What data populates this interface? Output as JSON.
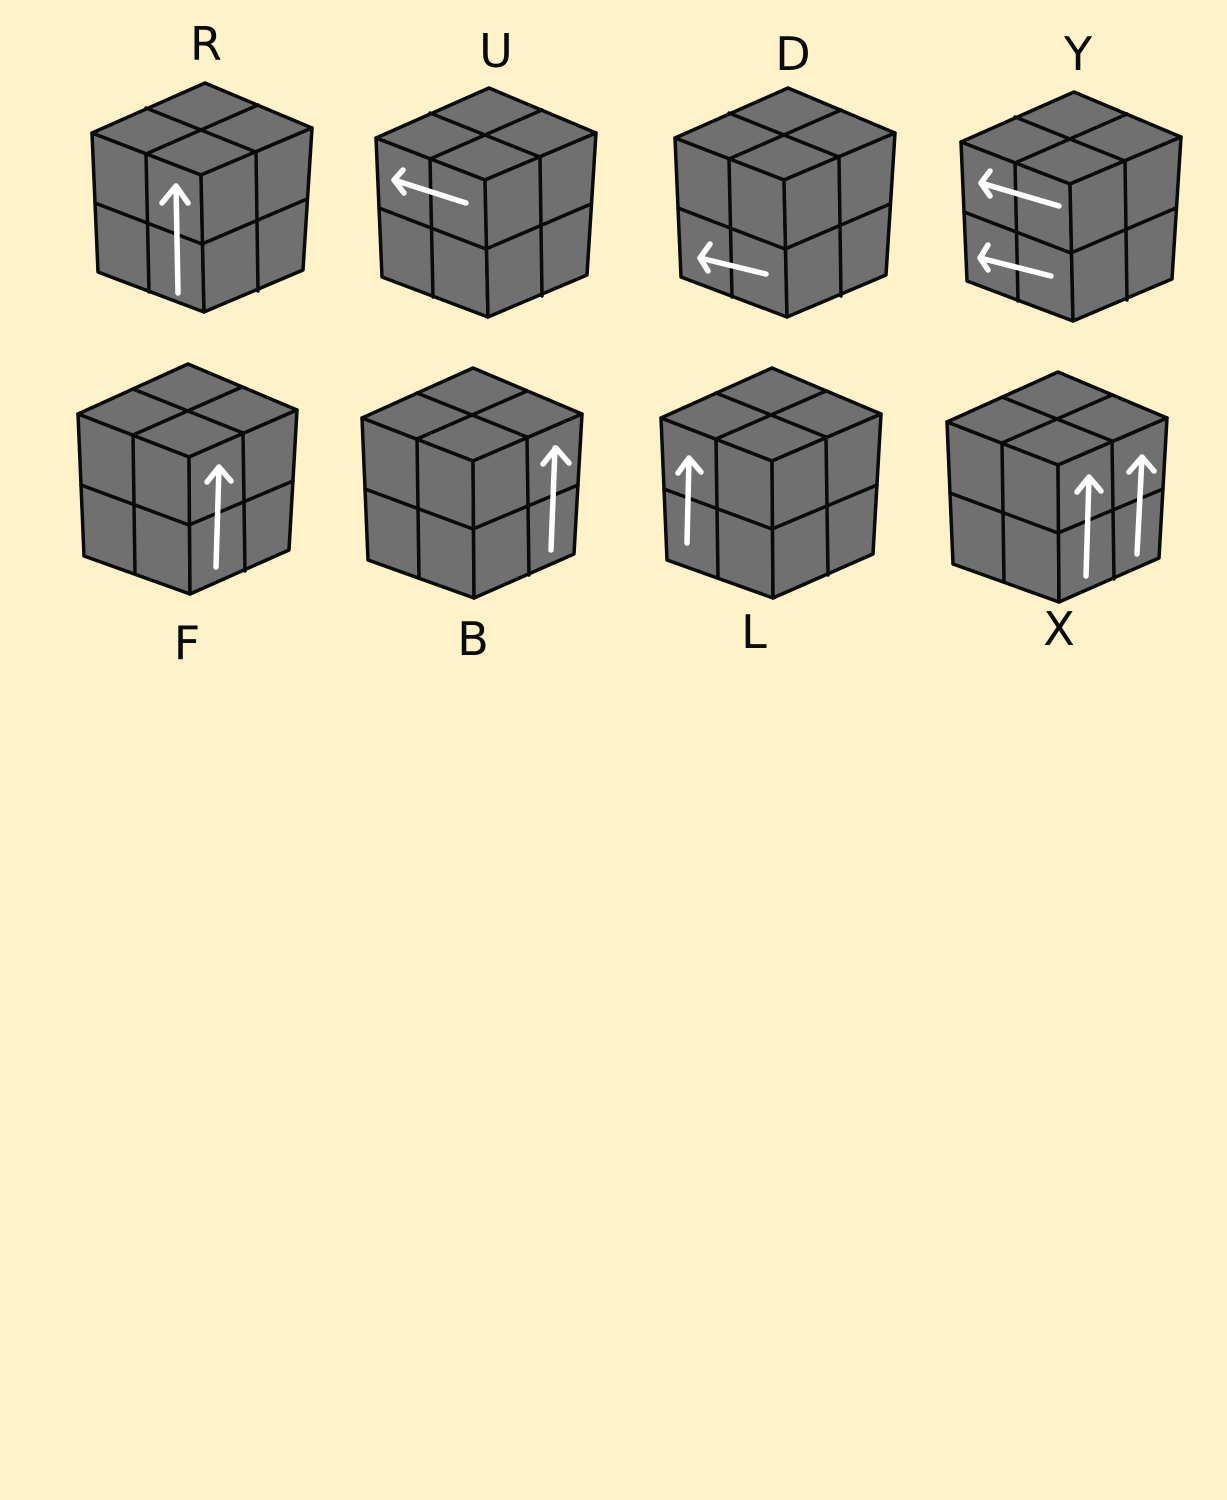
{
  "colors": {
    "background": "#FEF3C8",
    "cube_face": "#707070",
    "edge": "#0a0a0a",
    "arrow": "#ffffff"
  },
  "moves": [
    {
      "label": "R"
    },
    {
      "label": "U"
    },
    {
      "label": "D"
    },
    {
      "label": "Y"
    },
    {
      "label": "F"
    },
    {
      "label": "B"
    },
    {
      "label": "L"
    },
    {
      "label": "X"
    }
  ]
}
